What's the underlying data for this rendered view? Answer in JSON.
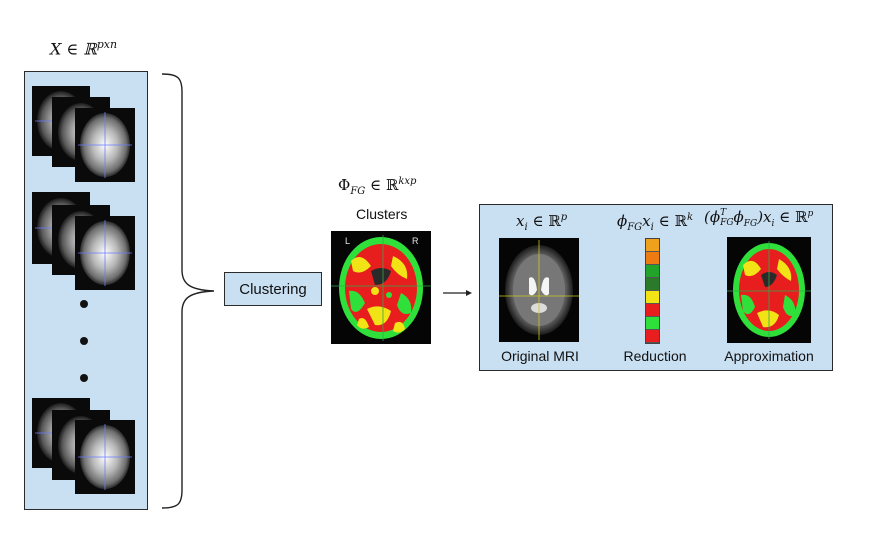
{
  "input": {
    "label": "X ∈ ℝ",
    "label_sup": "pxn",
    "ellipsis_dots": 3
  },
  "clustering": {
    "button_label": "Clustering"
  },
  "clusters": {
    "formula": "Φ",
    "formula_sub": "FG",
    "formula_rest": " ∈ ℝ",
    "formula_sup": "kxp",
    "title": "Clusters"
  },
  "results": {
    "original": {
      "formula": "x",
      "formula_sub": "i",
      "formula_rest": " ∈ ℝ",
      "formula_sup": "p",
      "caption": "Original MRI"
    },
    "reduction": {
      "formula": "ϕ",
      "formula_sub": "FG",
      "formula_mid": "x",
      "formula_sub2": "i",
      "formula_rest": " ∈ ℝ",
      "formula_sup": "k",
      "caption": "Reduction",
      "bar_colors": [
        "#f0a11c",
        "#ee7a12",
        "#22a329",
        "#2a7a2a",
        "#f2e316",
        "#e81e1e",
        "#2fe03a",
        "#e81e1e"
      ]
    },
    "approximation": {
      "formula": "(ϕ",
      "formula_sup_a": "T",
      "formula_sub_a": "FG",
      "formula_mid": "ϕ",
      "formula_sub_b": "FG",
      "formula_mid2": ")x",
      "formula_sub_c": "i",
      "formula_rest": " ∈ ℝ",
      "formula_sup": "p",
      "caption": "Approximation"
    }
  },
  "cluster_map": {
    "left_marker": "L",
    "right_marker": "R"
  },
  "colors": {
    "panel_fill": "#c9dff2",
    "panel_border": "#2b2b2b",
    "cluster_red": "#e81e1e",
    "cluster_green": "#2fe03a",
    "cluster_yellow": "#f2e316"
  }
}
